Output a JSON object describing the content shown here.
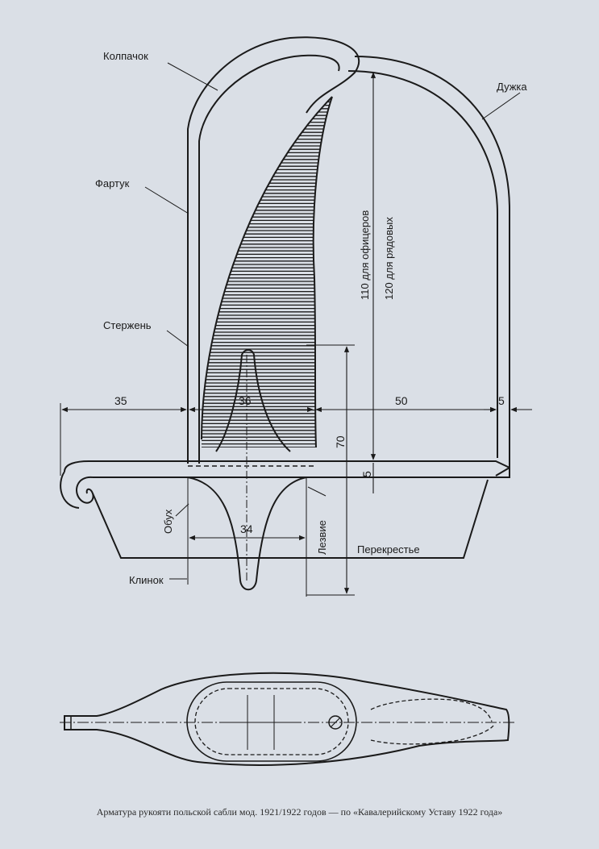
{
  "labels": {
    "kolpachok": "Колпачок",
    "dujka": "Дужка",
    "fartuk": "Фартук",
    "sterzhen": "Стержень",
    "obukh": "Обух",
    "lezvie": "Лезвие",
    "perekrestie": "Перекрестье",
    "klinok": "Клинок"
  },
  "dimensions": {
    "d35": "35",
    "d36": "36",
    "d50": "50",
    "d5a": "5",
    "d70": "70",
    "d5b": "5",
    "d34": "34",
    "d110": "110 для офицеров",
    "d120": "120 для рядовых"
  },
  "caption": "Арматура рукояти польской сабли мод. 1921/1922 годов — по «Кавалерийскому Уставу 1922 года»",
  "colors": {
    "background": "#dadfe6",
    "ink": "#1a1a1a"
  }
}
